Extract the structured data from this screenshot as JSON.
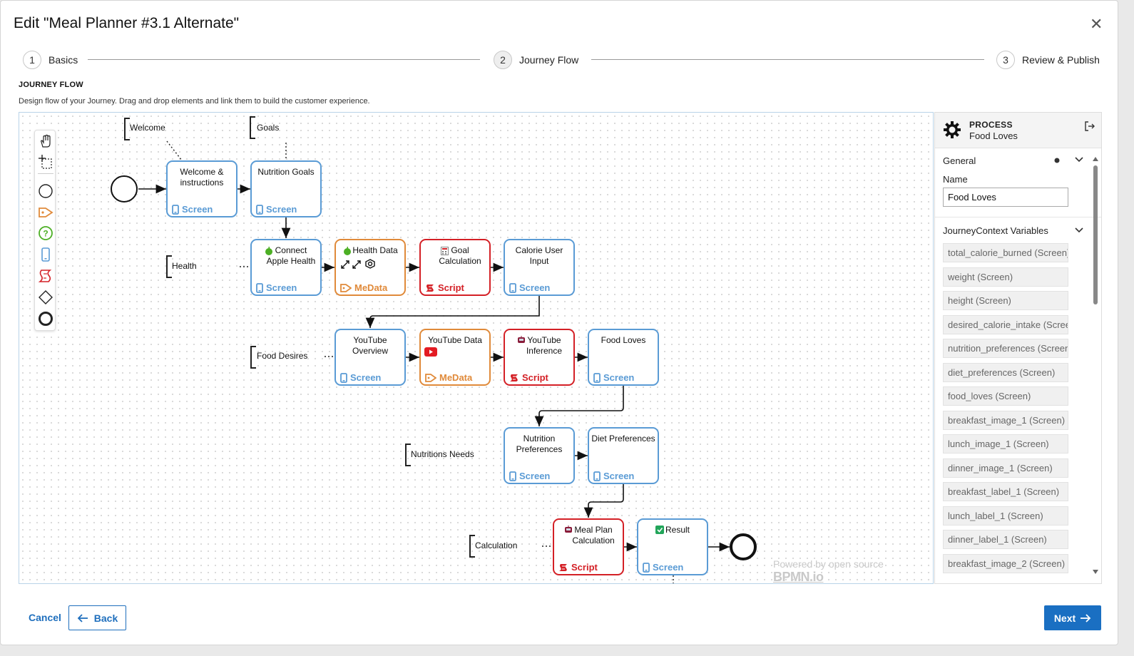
{
  "dialog": {
    "title": "Edit \"Meal Planner #3.1 Alternate\""
  },
  "steps": [
    {
      "num": "1",
      "label": "Basics"
    },
    {
      "num": "2",
      "label": "Journey Flow"
    },
    {
      "num": "3",
      "label": "Review & Publish"
    }
  ],
  "section": {
    "heading": "JOURNEY FLOW",
    "description": "Design flow of your Journey. Drag and drop elements and link them to build the customer experience."
  },
  "annotations": [
    {
      "text": "Welcome"
    },
    {
      "text": "Goals"
    },
    {
      "text": "Health"
    },
    {
      "text": "Food Desires"
    },
    {
      "text": "Nutritions Needs"
    },
    {
      "text": "Calculation"
    }
  ],
  "tasks": [
    {
      "label": "Welcome & instructions",
      "kind": "Screen"
    },
    {
      "label": "Nutrition Goals",
      "kind": "Screen"
    },
    {
      "label": "Connect Apple Health",
      "kind": "Screen"
    },
    {
      "label": "Health Data",
      "kind": "MeData"
    },
    {
      "label": "Goal Calculation",
      "kind": "Script"
    },
    {
      "label": "Calorie User Input",
      "kind": "Screen"
    },
    {
      "label": "YouTube Overview",
      "kind": "Screen"
    },
    {
      "label": "YouTube Data",
      "kind": "MeData"
    },
    {
      "label": "YouTube Inference",
      "kind": "Script"
    },
    {
      "label": "Food Loves",
      "kind": "Screen"
    },
    {
      "label": "Nutrition Preferences",
      "kind": "Screen"
    },
    {
      "label": "Diet Preferences",
      "kind": "Screen"
    },
    {
      "label": "Meal Plan Calculation",
      "kind": "Script"
    },
    {
      "label": "Result",
      "kind": "Screen"
    }
  ],
  "powered_by": {
    "text": "Powered by open source",
    "brand": "BPMN.io"
  },
  "panel": {
    "type": "PROCESS",
    "name": "Food Loves",
    "general_label": "General",
    "name_label": "Name",
    "name_value": "Food Loves",
    "variables_label": "JourneyContext Variables",
    "variables": [
      "total_calorie_burned (Screen)",
      "weight (Screen)",
      "height (Screen)",
      "desired_calorie_intake (Screen)",
      "nutrition_preferences (Screen)",
      "diet_preferences (Screen)",
      "food_loves (Screen)",
      "breakfast_image_1 (Screen)",
      "lunch_image_1 (Screen)",
      "dinner_image_1 (Screen)",
      "breakfast_label_1 (Screen)",
      "lunch_label_1 (Screen)",
      "dinner_label_1 (Screen)",
      "breakfast_image_2 (Screen)"
    ]
  },
  "footer": {
    "cancel": "Cancel",
    "back": "Back",
    "next": "Next"
  },
  "colors": {
    "screen": "#5a9bd5",
    "medata": "#e08a3a",
    "script": "#d42026",
    "primary": "#1a6fc2"
  }
}
